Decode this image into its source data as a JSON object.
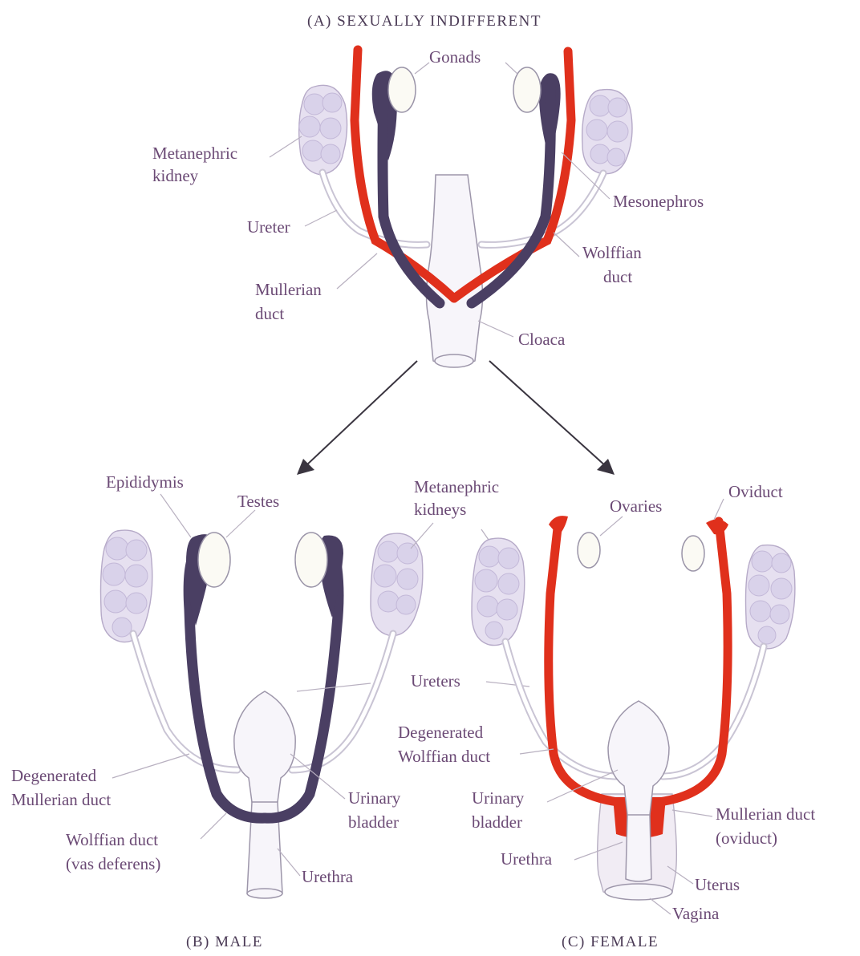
{
  "panels": {
    "a_title": "(A)   SEXUALLY INDIFFERENT",
    "b_title": "(B)   MALE",
    "c_title": "(C)   FEMALE"
  },
  "labels_a": {
    "gonads": "Gonads",
    "metanephric_l1": "Metanephric",
    "metanephric_l2": "kidney",
    "mesonephros": "Mesonephros",
    "ureter": "Ureter",
    "wolffian_l1": "Wolffian",
    "wolffian_l2": "duct",
    "mullerian_l1": "Mullerian",
    "mullerian_l2": "duct",
    "cloaca": "Cloaca"
  },
  "labels_b": {
    "epididymis": "Epididymis",
    "testes": "Testes",
    "degen_mull_l1": "Degenerated",
    "degen_mull_l2": "Mullerian duct",
    "wolffian_l1": "Wolffian duct",
    "wolffian_l2": "(vas deferens)",
    "urinary_l1": "Urinary",
    "urinary_l2": "bladder",
    "urethra": "Urethra"
  },
  "labels_shared": {
    "metanephric_l1": "Metanephric",
    "metanephric_l2": "kidneys",
    "ureters": "Ureters"
  },
  "labels_c": {
    "ovaries": "Ovaries",
    "oviduct": "Oviduct",
    "degen_wolff_l1": "Degenerated",
    "degen_wolff_l2": "Wolffian duct",
    "urinary_l1": "Urinary",
    "urinary_l2": "bladder",
    "urethra": "Urethra",
    "mullerian_l1": "Mullerian duct",
    "mullerian_l2": "(oviduct)",
    "uterus": "Uterus",
    "vagina": "Vagina"
  },
  "colors": {
    "wolffian_duct": "#4a3f63",
    "mullerian_duct": "#e0301c",
    "kidney": "#e6e0f0",
    "label_text": "#6b4a75"
  }
}
